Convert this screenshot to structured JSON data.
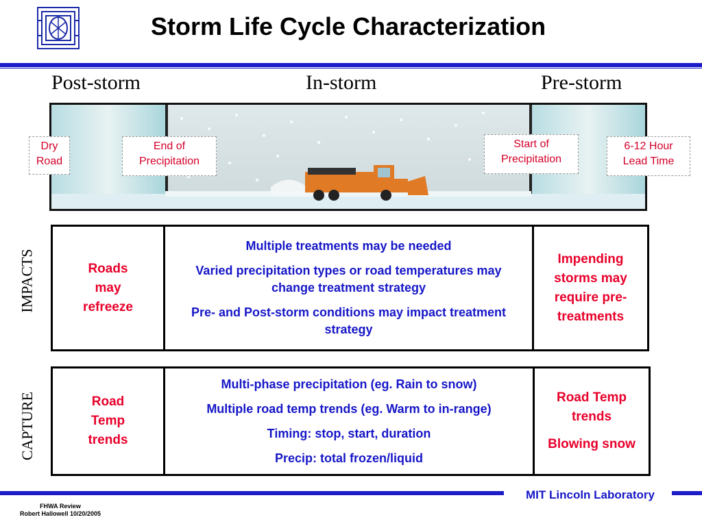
{
  "header": {
    "title": "Storm Life Cycle Characterization"
  },
  "phases": {
    "post": "Post-storm",
    "in": "In-storm",
    "pre": "Pre-storm"
  },
  "callouts": {
    "dry_road": [
      "Dry",
      "Road"
    ],
    "end_precip": [
      "End of",
      "Precipitation"
    ],
    "start_precip": [
      "Start of",
      "Precipitation"
    ],
    "lead_time": [
      "6-12 Hour",
      "Lead Time"
    ]
  },
  "impacts": {
    "label": "IMPACTS",
    "post": [
      "Roads",
      "may",
      "refreeze"
    ],
    "in": [
      "Multiple treatments may be needed",
      "Varied precipitation types or road temperatures may change treatment strategy",
      "Pre- and Post-storm conditions may impact treatment strategy"
    ],
    "pre": [
      "Impending",
      "storms may",
      "require pre-",
      "treatments"
    ]
  },
  "capture": {
    "label": "CAPTURE",
    "post": [
      "Road",
      "Temp",
      "trends"
    ],
    "in": [
      "Multi-phase precipitation (eg. Rain to snow)",
      "Multiple road temp trends (eg. Warm to in-range)",
      "Timing: stop, start, duration",
      "Precip: total frozen/liquid"
    ],
    "pre": [
      "Road Temp",
      "trends",
      "Blowing snow"
    ]
  },
  "footer": {
    "review": "FHWA Review",
    "author": "Robert Hallowell 10/20/2005",
    "lab": "MIT Lincoln Laboratory"
  },
  "colors": {
    "accent_blue": "#1c1cc8",
    "text_blue": "#1616c8",
    "text_red": "#e8002a"
  },
  "icons": {
    "logo": "mit-ll-logo-icon",
    "truck": "snowplow-truck-icon"
  }
}
